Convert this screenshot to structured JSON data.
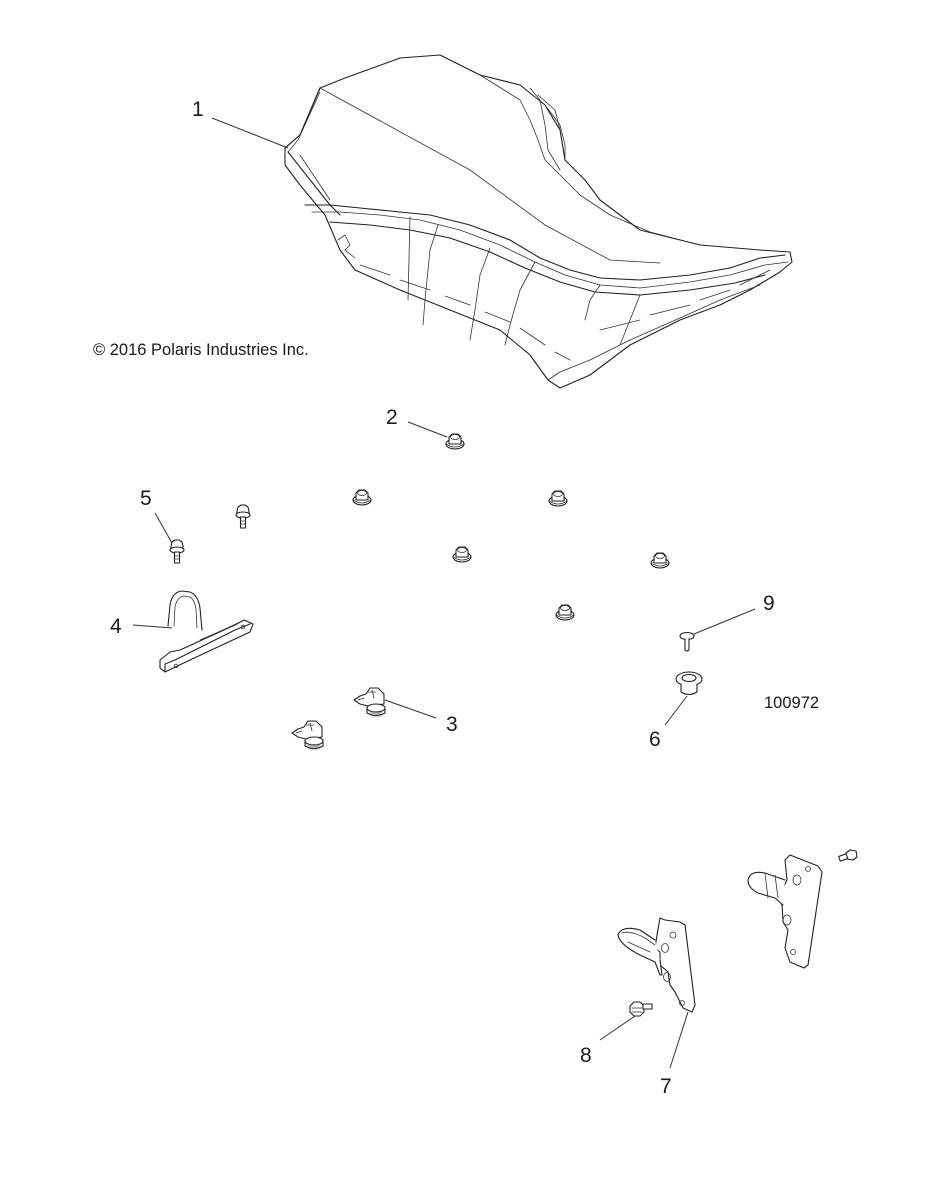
{
  "diagram": {
    "title": "Seat assembly exploded parts view",
    "copyright": "© 2016 Polaris Industries Inc.",
    "reference_number": "100972",
    "callouts": [
      {
        "id": "1",
        "label": "1",
        "part": "seat"
      },
      {
        "id": "2",
        "label": "2",
        "part": "nut"
      },
      {
        "id": "3",
        "label": "3",
        "part": "latch-clip"
      },
      {
        "id": "4",
        "label": "4",
        "part": "seat-latch-bracket"
      },
      {
        "id": "5",
        "label": "5",
        "part": "screw"
      },
      {
        "id": "6",
        "label": "6",
        "part": "grommet"
      },
      {
        "id": "7",
        "label": "7",
        "part": "seat-hook-bracket"
      },
      {
        "id": "8",
        "label": "8",
        "part": "bolt"
      },
      {
        "id": "9",
        "label": "9",
        "part": "rivet-pin"
      }
    ],
    "colors": {
      "line": "#222222",
      "background": "#ffffff",
      "text": "#1a1a1a"
    }
  }
}
